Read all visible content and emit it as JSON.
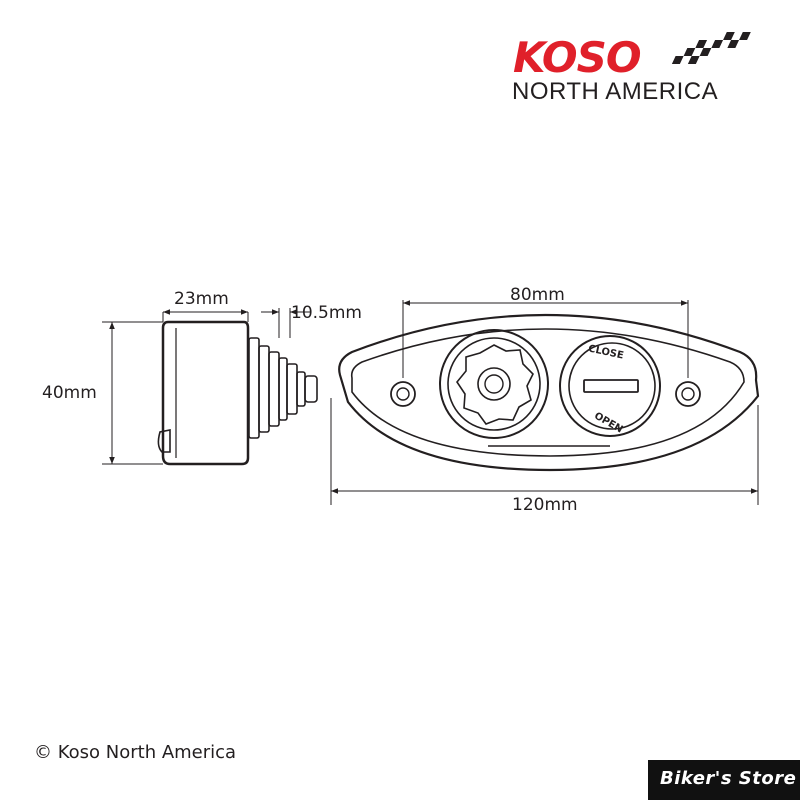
{
  "logo": {
    "brand": "KOSO",
    "region": "NORTH AMERICA",
    "brand_color": "#e0202a",
    "text_color": "#231f20"
  },
  "side_view": {
    "depth_label": "23mm",
    "connector_label": "10.5mm",
    "height_label": "40mm"
  },
  "front_view": {
    "hole_spacing_label": "80mm",
    "width_label": "120mm",
    "cap_close_label": "CLOSE",
    "cap_open_label": "OPEN"
  },
  "footer": {
    "copyright": "© Koso North America",
    "store_badge": "Biker's Store"
  }
}
